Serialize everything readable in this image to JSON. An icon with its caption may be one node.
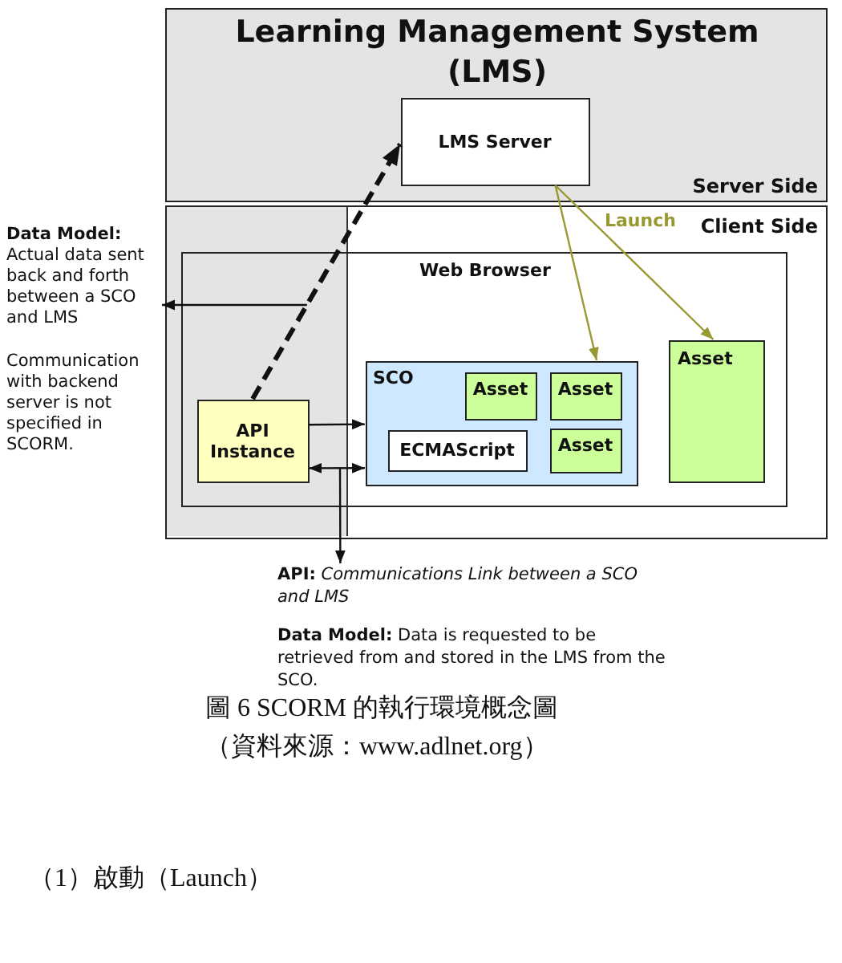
{
  "diagram": {
    "caption": "圖 6 SCORM 的執行環境概念圖",
    "nodes": [
      {
        "text": [
          "Learning Management System (LMS)",
          "Server Side"
        ]
      },
      {
        "text": [
          "LMS Server"
        ],
        "in": 0
      },
      {
        "text": [
          "Client Side"
        ]
      },
      {
        "text": [
          "Web Browser"
        ],
        "in": 2
      },
      {
        "text": [
          "API Instance"
        ],
        "in": 3
      },
      {
        "text": [
          "SCO"
        ],
        "in": 3
      },
      {
        "text": [
          "Asset"
        ],
        "in": 5
      },
      {
        "text": [
          "Asset"
        ],
        "in": 5
      },
      {
        "text": [
          "ECMAScript"
        ],
        "in": 5
      },
      {
        "text": [
          "Asset"
        ],
        "in": 5
      },
      {
        "text": [
          "Asset"
        ],
        "in": 3
      },
      {
        "text": [
          "Data Model:",
          "Actual data sent back and forth between a SCO and LMS",
          "Communication with backend server is not specified in SCORM."
        ]
      },
      {
        "text": [
          "**API:** *Communications Link between a SCO and LMS*"
        ]
      }
    ],
    "edges": [
      {
        "from": 4,
        "to": 1,
        "arrow": "to",
        "style": "dashed"
      },
      {
        "from": 1,
        "to": 5,
        "arrow": "to",
        "color": "#999933"
      },
      {
        "from": 1,
        "to": 10,
        "arrow": "to",
        "label": "Launch",
        "color": "#999933"
      },
      {
        "from": 4,
        "to": 5,
        "arrow": "to"
      },
      {
        "from": 4,
        "to": 5,
        "arrow": "both"
      },
      {
        "from": null,
        "to": 11,
        "arrow": "to"
      },
      {
        "from": null,
        "to": 12,
        "arrow": "to"
      }
    ],
    "labels": [
      "**Data Model:** Data is requested to be retrieved from and stored in the LMS from the SCO.",
      "（資料來源：www.adlnet.org）",
      "（1）啟動（Launch）"
    ]
  }
}
